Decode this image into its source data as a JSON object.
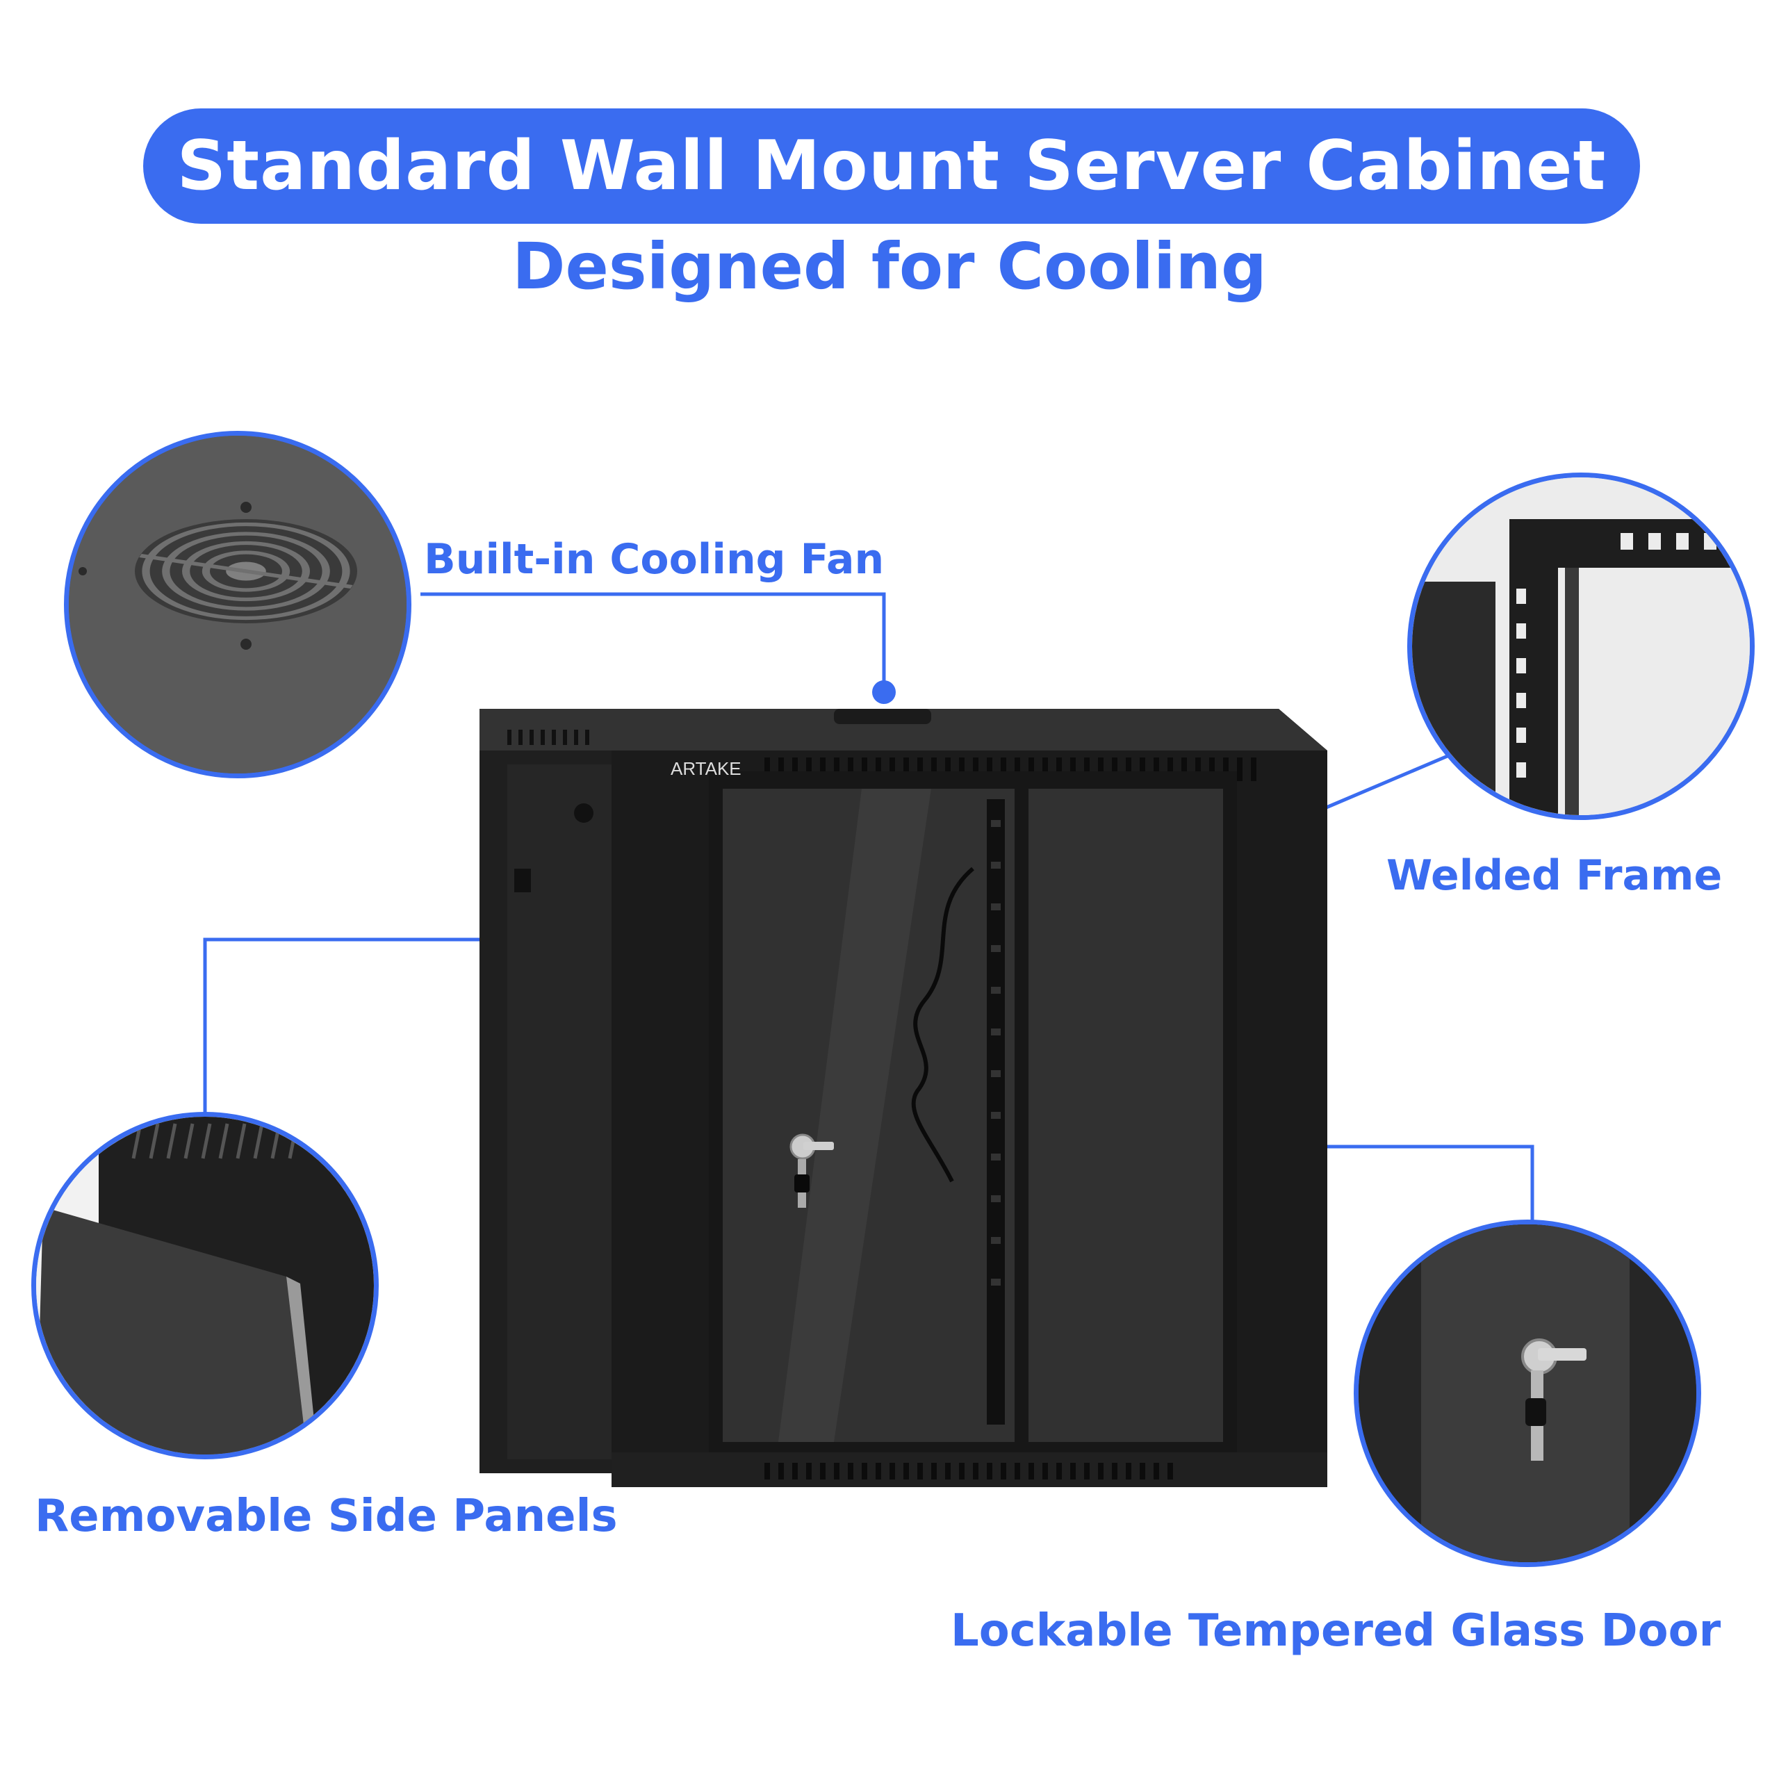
{
  "header": {
    "title": "Standard Wall Mount Server Cabinet",
    "subtitle": "Designed for Cooling"
  },
  "callouts": {
    "fan": "Built-in Cooling Fan",
    "frame": "Welded Frame",
    "side_panels": "Removable Side Panels",
    "door": "Lockable Tempered Glass Door"
  },
  "product": {
    "brand": "ARTAKE"
  },
  "colors": {
    "accent": "#3a6cf0",
    "cabinet": "#1b1b1b"
  }
}
